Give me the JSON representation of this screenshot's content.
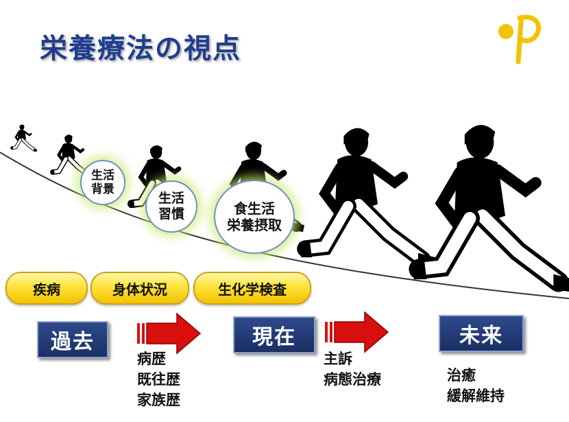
{
  "title": "栄養療法の視点",
  "bubbles": [
    {
      "lines": [
        "生活",
        "背景"
      ]
    },
    {
      "lines": [
        "生活",
        "習慣"
      ]
    },
    {
      "lines": [
        "食生活",
        "栄養摂取"
      ]
    }
  ],
  "pills": [
    "疾病",
    "身体状況",
    "生化学検査"
  ],
  "timeline": {
    "past": "過去",
    "present": "現在",
    "future": "未来"
  },
  "notes": {
    "past": [
      "病歴",
      "既往歴",
      "家族歴"
    ],
    "present": [
      "主訴",
      "病態治療"
    ],
    "future": [
      "治癒",
      "緩解維持"
    ]
  },
  "colors": {
    "title": "#1f3d8f",
    "pill_fill": "#ffe23a",
    "arrow_red": "#d90f0f",
    "box_navy": "#1f3a78",
    "bubble_glow": "#c8eb6e"
  },
  "icons": [
    "logo-icon",
    "runner-icon",
    "arrow-right-icon"
  ]
}
